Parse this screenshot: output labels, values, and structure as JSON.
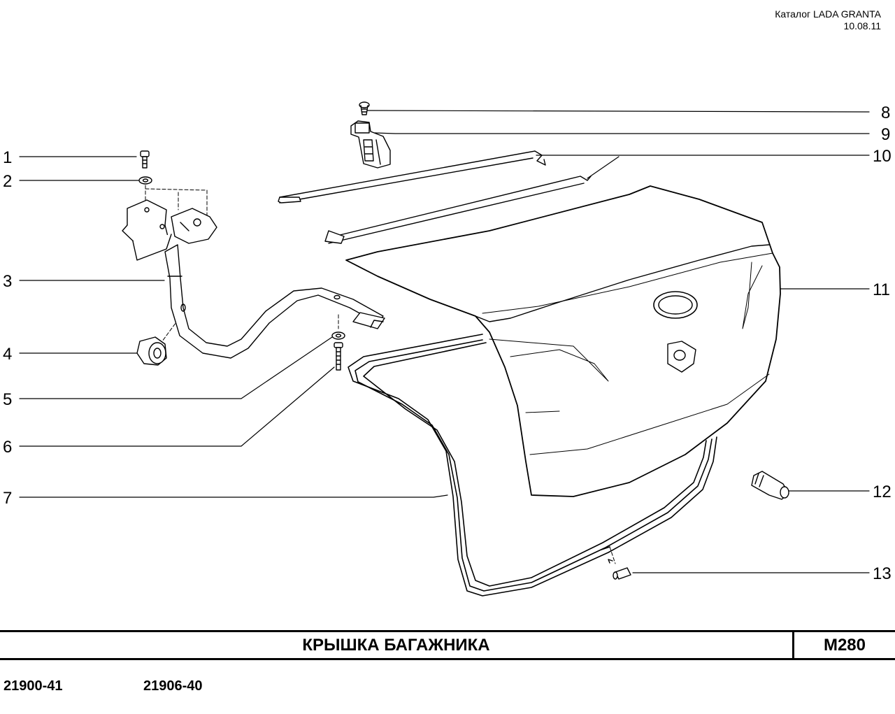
{
  "header": {
    "catalog": "Каталог LADA  GRANTA",
    "date": "10.08.11"
  },
  "callouts": [
    "1",
    "2",
    "3",
    "4",
    "5",
    "6",
    "7",
    "8",
    "9",
    "10",
    "11",
    "12",
    "13"
  ],
  "title": "КРЫШКА   БАГАЖНИКА",
  "code": "M280",
  "models": [
    "21900-41",
    "21906-40"
  ]
}
